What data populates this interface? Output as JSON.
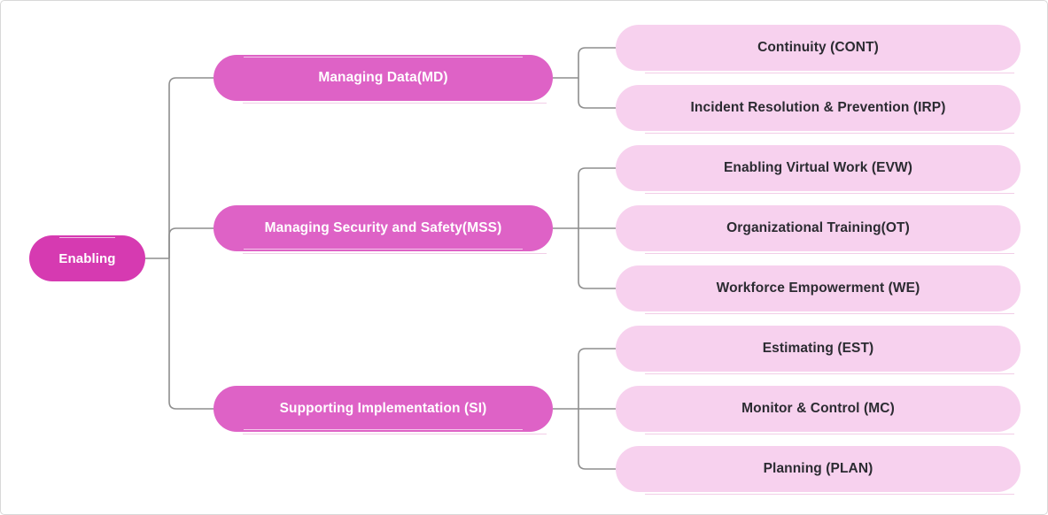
{
  "diagram": {
    "type": "mindmap-tree",
    "root": {
      "label": "Enabling"
    },
    "branches": [
      {
        "label": "Managing Data(MD)",
        "children": [
          {
            "label": "Continuity (CONT)"
          },
          {
            "label": "Incident Resolution & Prevention (IRP)"
          }
        ]
      },
      {
        "label": "Managing Security and Safety(MSS)",
        "children": [
          {
            "label": "Enabling Virtual Work (EVW)"
          },
          {
            "label": "Organizational Training(OT)"
          },
          {
            "label": "Workforce Empowerment (WE)"
          }
        ]
      },
      {
        "label": "Supporting Implementation (SI)",
        "children": [
          {
            "label": "Estimating (EST)"
          },
          {
            "label": "Monitor & Control (MC)"
          },
          {
            "label": "Planning (PLAN)"
          }
        ]
      }
    ]
  },
  "colors": {
    "root-fill": "#d63ab1",
    "root-text": "#ffffff",
    "branch-fill": "#de62c6",
    "branch-text": "#ffffff",
    "leaf-fill": "#f7d1ee",
    "leaf-text": "#2b2b31",
    "connector": "#8e8e8e",
    "canvas-border": "#d8d8d8",
    "canvas-bg": "#ffffff"
  }
}
